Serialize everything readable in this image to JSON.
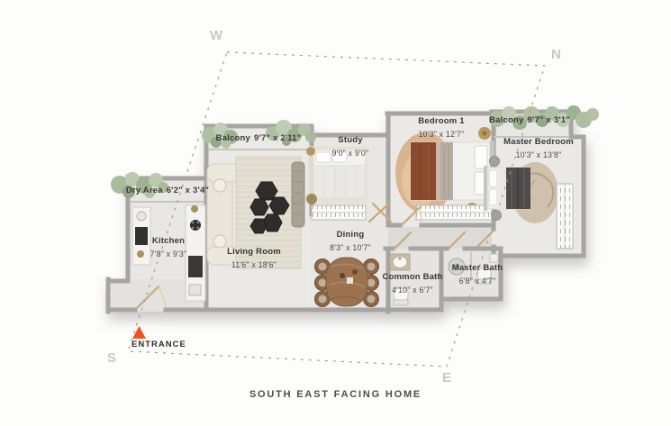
{
  "caption": "SOUTH EAST FACING HOME",
  "compass": {
    "w": "W",
    "n": "N",
    "s": "S",
    "e": "E"
  },
  "entrance": {
    "label": "ENTRANCE",
    "marker_color": "#ea541e"
  },
  "rooms": {
    "balcony_left": {
      "name": "Balcony",
      "dims": "9'7\" x 2'11\""
    },
    "dry_area": {
      "name": "Dry Area",
      "dims": "6'2\" x 3'4\""
    },
    "kitchen": {
      "name": "Kitchen",
      "dims": "7'8\" x 9'3\""
    },
    "living_room": {
      "name": "Living Room",
      "dims": "11'6\" x 18'6\""
    },
    "study": {
      "name": "Study",
      "dims": "9'0\" x 9'0\""
    },
    "dining": {
      "name": "Dining",
      "dims": "8'3\" x 10'7\""
    },
    "bedroom1": {
      "name": "Bedroom 1",
      "dims": "10'3\" x 12'7\""
    },
    "balcony_right": {
      "name": "Balcony",
      "dims": "9'7\" x 3'1\""
    },
    "master_bedroom": {
      "name": "Master Bedroom",
      "dims": "10'3\" x 13'8\""
    },
    "common_bath": {
      "name": "Common Bath",
      "dims": "4'10\" x 6'7\""
    },
    "master_bath": {
      "name": "Master Bath",
      "dims": "6'8\" x 4'7\""
    }
  },
  "colors": {
    "wall": "#a7a5a2",
    "floor": "#e9e8e5",
    "greenery": "#aebfa2",
    "wood_accent": "#c9a97e",
    "dining_wood": "#9c7350",
    "entrance_accent": "#ea541e",
    "compass_text": "#c7c7c7",
    "label_text": "#3b3b3b"
  }
}
